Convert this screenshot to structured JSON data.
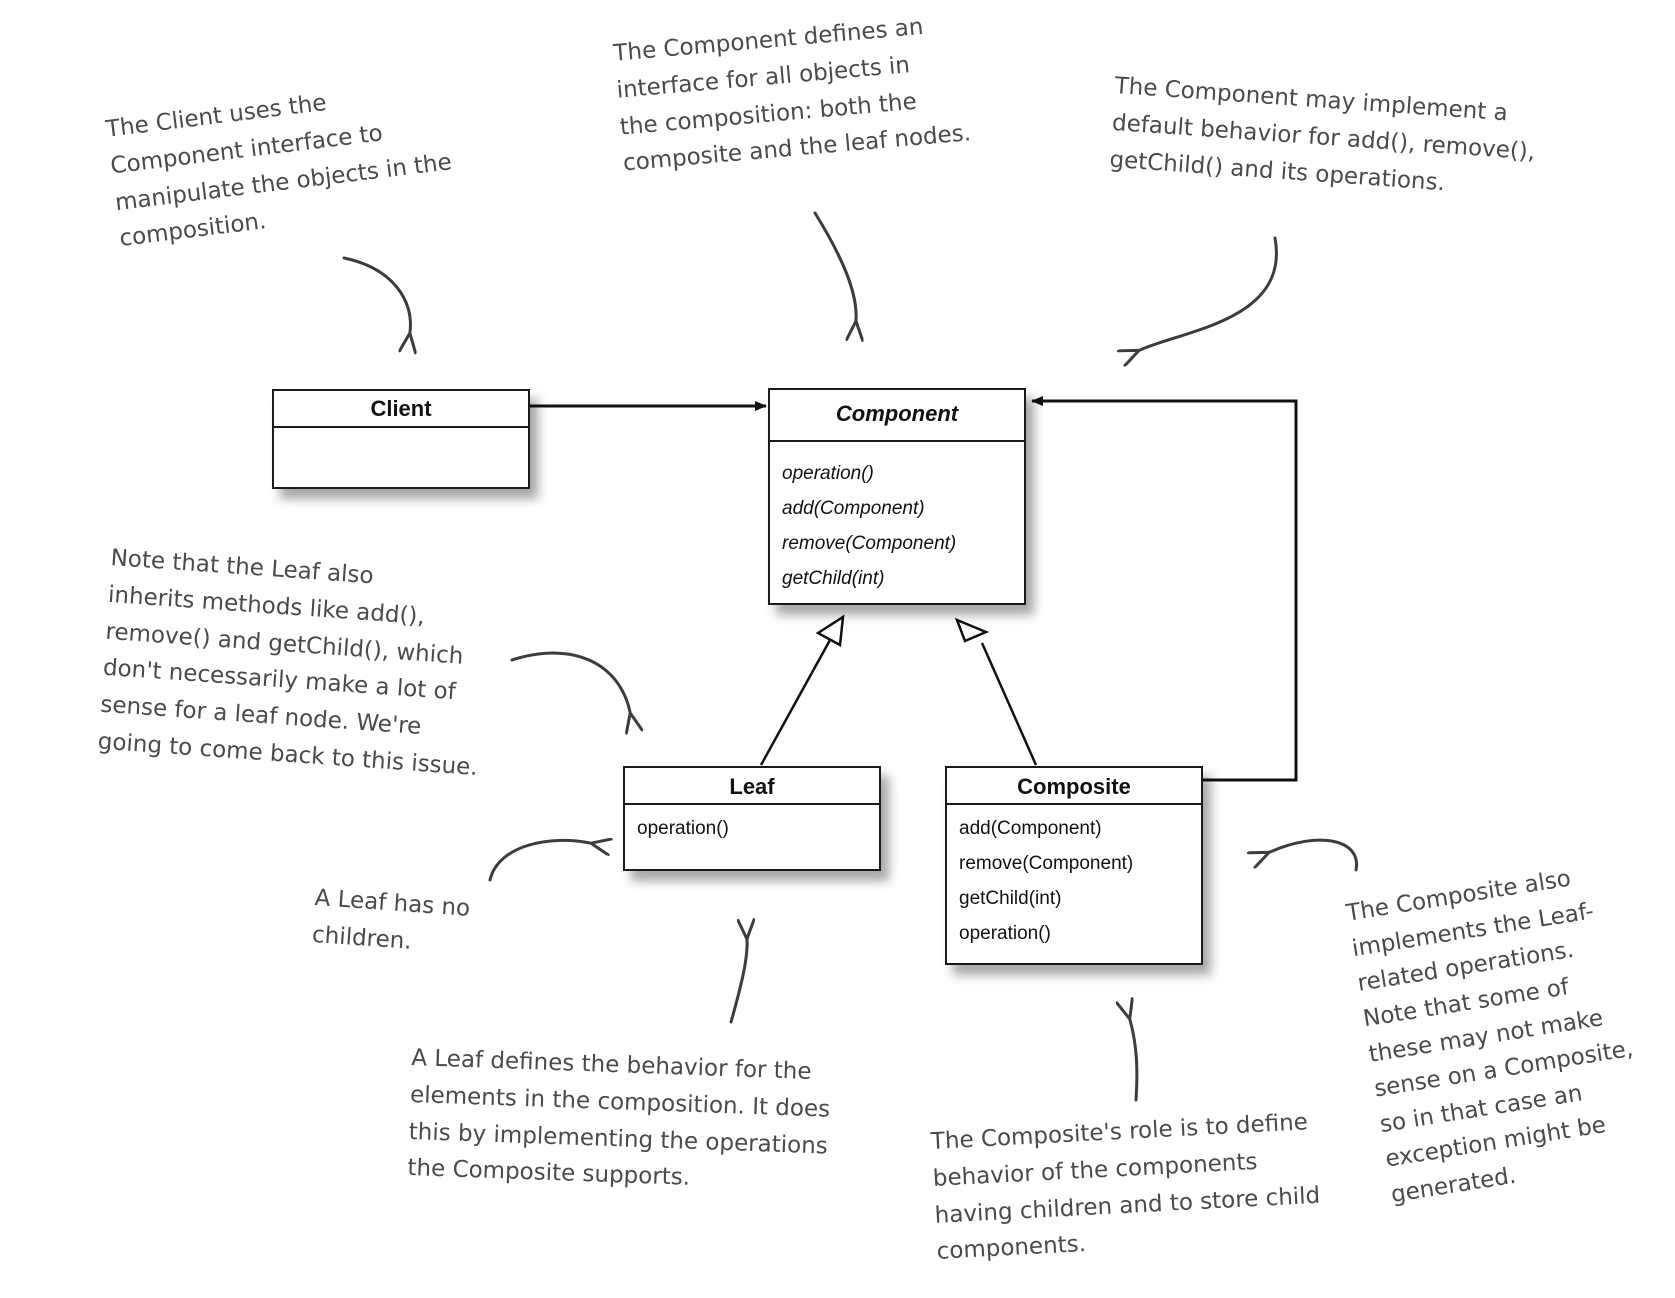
{
  "classes": {
    "client": {
      "name": "Client",
      "operations": []
    },
    "component": {
      "name": "Component",
      "abstract": true,
      "operations": [
        "operation()",
        "add(Component)",
        "remove(Component)",
        "getChild(int)"
      ]
    },
    "leaf": {
      "name": "Leaf",
      "operations": [
        "operation()"
      ]
    },
    "composite": {
      "name": "Composite",
      "operations": [
        "add(Component)",
        "remove(Component)",
        "getChild(int)",
        "operation()"
      ]
    }
  },
  "relationships": [
    {
      "from": "Client",
      "to": "Component",
      "kind": "association"
    },
    {
      "from": "Leaf",
      "to": "Component",
      "kind": "inheritance"
    },
    {
      "from": "Composite",
      "to": "Component",
      "kind": "inheritance"
    },
    {
      "from": "Composite",
      "to": "Component",
      "kind": "aggregation"
    }
  ],
  "annotations": {
    "client_note": [
      "The Client uses the",
      "Component interface to",
      "manipulate the objects in the",
      "composition."
    ],
    "component_note": [
      "The Component defines an",
      "interface for all objects in",
      "the composition: both the",
      "composite and the leaf nodes."
    ],
    "default_note": [
      "The Component may implement a",
      "default behavior for add(), remove(),",
      "getChild() and its operations."
    ],
    "leaf_inherits_note": [
      "Note that the Leaf also",
      "inherits methods like add(),",
      "remove() and getChild(), which",
      "don't necessarily make a lot of",
      "sense for a leaf node. We're",
      "going to come back to this issue."
    ],
    "leaf_children_note": [
      "A Leaf has no",
      "children."
    ],
    "leaf_behavior_note": [
      "A Leaf defines the behavior for the",
      "elements in the composition.  It does",
      "this by implementing the operations",
      "the Composite supports."
    ],
    "composite_role_note": [
      "The Composite's role is to define",
      "behavior of the components",
      "having children and to store child",
      "components."
    ],
    "composite_leaf_ops_note": [
      "The Composite also",
      "implements the Leaf-",
      "related operations.",
      "Note that some of",
      "these may not make",
      "sense on a Composite,",
      "so in that case an",
      "exception might be",
      "generated."
    ]
  },
  "colors": {
    "line": "#111111",
    "note_text": "#4a4a4a",
    "annotation_arrow": "#3c3c3c"
  }
}
